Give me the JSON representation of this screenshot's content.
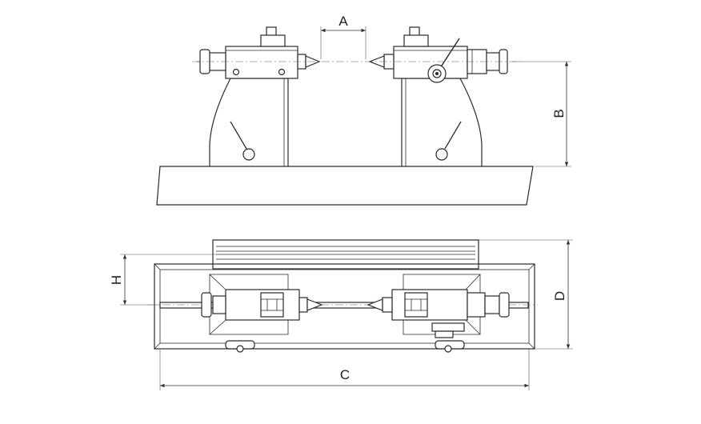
{
  "dimensions": {
    "a": "A",
    "b": "B",
    "c": "C",
    "d": "D",
    "h": "H"
  },
  "colors": {
    "line": "#2a2a2a",
    "background": "#ffffff"
  }
}
